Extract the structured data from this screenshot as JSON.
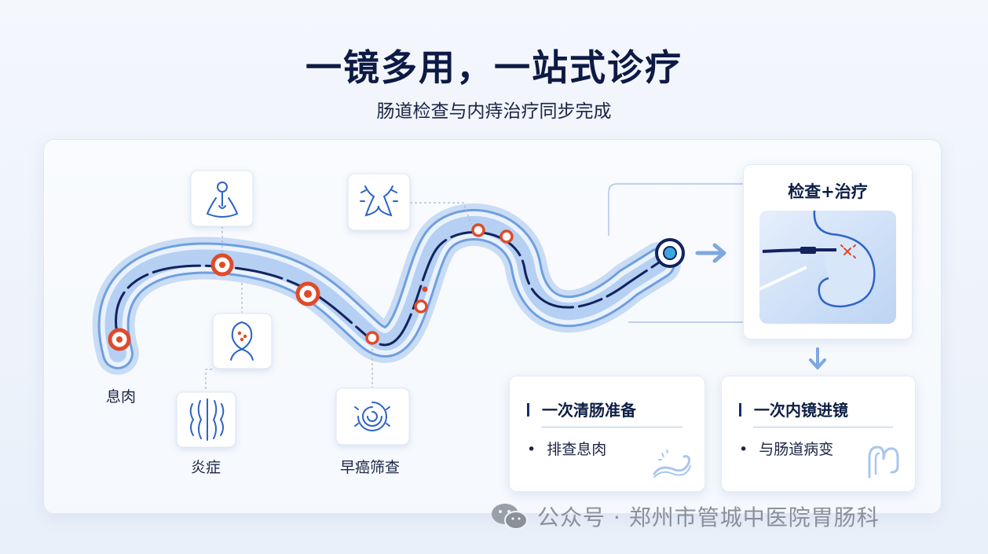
{
  "title": "一镜多用，一站式诊疗",
  "subtitle": "肠道检查与内痔治疗同步完成",
  "labels": {
    "polyp": "息肉",
    "inflammation": "炎症",
    "screening": "早癌筛查"
  },
  "exam_box": {
    "title": "检查+治疗"
  },
  "steps": [
    {
      "title": "一次清肠准备",
      "item": "排查息肉"
    },
    {
      "title": "一次内镜进镜",
      "item": "与肠道病变"
    }
  ],
  "watermark": {
    "text": "公众号 · 郑州市管城中医院胃肠科",
    "icon": "wechat-icon"
  },
  "colors": {
    "title": "#0d1a45",
    "accent_red": "#e04a2a",
    "tube_blue": "#6f9fe0",
    "scope_navy": "#12235e"
  }
}
